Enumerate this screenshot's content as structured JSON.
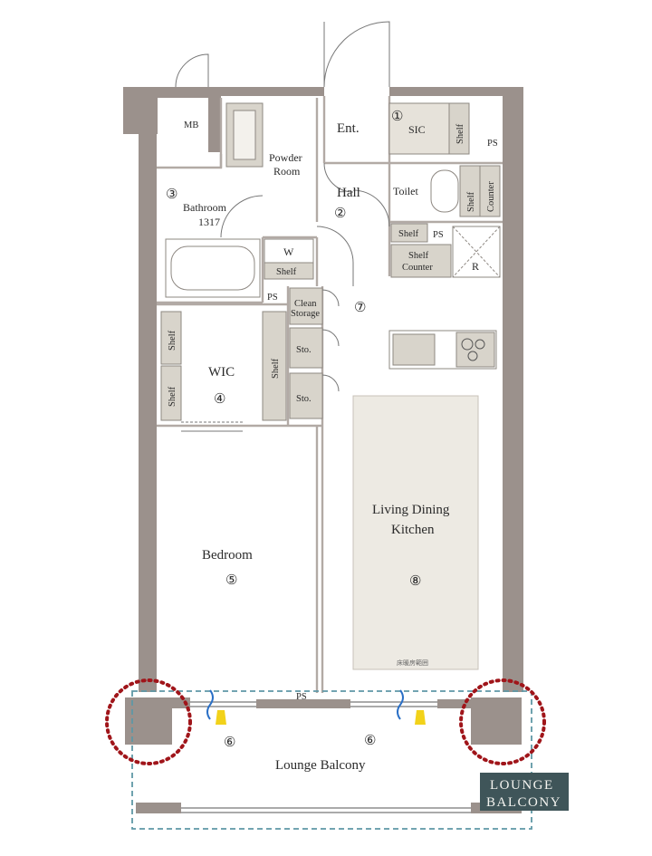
{
  "rooms": {
    "mb": "MB",
    "entrance": "Ent.",
    "sic": "SIC",
    "sic_number": "①",
    "ps_top": "PS",
    "powder_room_line1": "Powder",
    "powder_room_line2": "Room",
    "hall": "Hall",
    "hall_number": "②",
    "toilet": "Toilet",
    "bathroom_number": "③",
    "bathroom": "Bathroom",
    "bathroom_size": "1317",
    "w": "W",
    "refrigerator": "R",
    "ps_mid": "PS",
    "ps_bath": "PS",
    "clean_storage_line1": "Clean",
    "clean_storage_line2": "Storage",
    "corridor_number": "⑦",
    "sto_1": "Sto.",
    "sto_2": "Sto.",
    "wic": "WIC",
    "wic_number": "④",
    "ldk_line1": "Living Dining",
    "ldk_line2": "Kitchen",
    "ldk_number": "⑧",
    "floor_heating_note": "床暖房範囲",
    "bedroom": "Bedroom",
    "bedroom_number": "⑤",
    "ps_bottom": "PS",
    "balcony_number_left": "⑥",
    "balcony_number_right": "⑥",
    "balcony": "Lounge Balcony"
  },
  "shelves": {
    "sic_shelf": "Shelf",
    "toilet_shelf": "Shelf",
    "toilet_counter": "Counter",
    "kitchen_shelf": "Shelf",
    "kitchen_counter_line1": "Shelf",
    "kitchen_counter_line2": "Counter",
    "washroom_shelf": "Shelf",
    "wic_shelf_1": "Shelf",
    "wic_shelf_2": "Shelf",
    "wic_shelf_3": "Shelf"
  },
  "badge": {
    "line1": "LOUNGE",
    "line2": "BALCONY"
  },
  "colors": {
    "wall": "#9b918c",
    "fixture": "#d8d4cb",
    "ldk_fill": "#edeae3",
    "highlight_dots": "#a0151a",
    "balcony_dash": "#5f98a6",
    "badge_bg": "#3f5559",
    "vent_blue": "#2a6fc6",
    "vent_yellow": "#f2d21a"
  }
}
